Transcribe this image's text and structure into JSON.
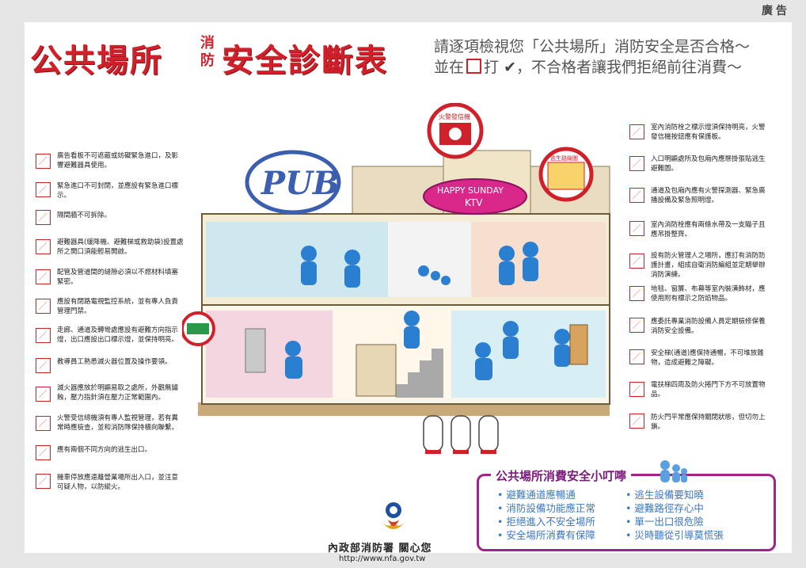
{
  "ad_label": "廣告",
  "title": {
    "main": "公共場所",
    "small": "消防",
    "sub": "安全診斷表"
  },
  "subtitle": {
    "line1": "請逐項檢視您「公共場所」消防安全是否合格～",
    "line2_a": "並在",
    "line2_b": "打",
    "line2_c": "，不合格者讓我們拒絕前往消費～"
  },
  "illustration": {
    "fire_alarm_label": "火警發信機",
    "exit_sign_label": "逃生路線圖",
    "pub_sign": "PUB",
    "ktv_sign_line1": "HAPPY SUNDAY",
    "ktv_sign_line2": "KTV"
  },
  "left_items": [
    "廣告看板不可遮蔽或妨礙緊急進口，及影響避難器具使用。",
    "緊急進口不可封閉，並應設有緊急進口標示。",
    "隔間牆不可拆除。",
    "避難器具(緩降機、避難梯或救助袋)設置處所之開口須能輕易開啟。",
    "配管及管道間的縫隙必須以不燃材料填塞緊密。",
    "應設有閉路電視監控系統，並有專人負責管理門禁。",
    "走廊、通道及轉彎處應設有避難方向指示燈，出口應設出口標示燈，並保持明亮。",
    "教導員工熟悉滅火器位置及操作要領。",
    "滅火器應放於明顯易取之處所，外觀無鏽蝕，壓力指針須在壓力正常範圍內。",
    "火警受信總機須有專人監視管理，若有異常時應檢查，並和消防隊保持橫向聯繫。",
    "應有兩個不同方向的逃生出口。",
    "機車停放應遠離營業場所出入口，並注意可疑人物，以防縱火。"
  ],
  "right_items": [
    "室內消防栓之標示燈須保持明亮，火警發信機按鈕應有保護板。",
    "入口明顯處所及包廂內應懸掛張貼逃生避難圖。",
    "通道及包廂內應有火警探測器、緊急廣播設備及緊急照明燈。",
    "室內消防栓應有兩條水帶及一支瞄子且應吊掛整齊。",
    "設有防火管理人之場所，應訂有消防防護計畫，組成自衛消防編組並定期舉辦消防演練。",
    "地毯、窗簾、布幕等室內裝潢飾材，應使用附有標示之防焰物品。",
    "應委託專業消防設備人員定期檢修保養消防安全設備。",
    "安全梯(通道)應保持通暢，不可堆放雜物，造成避難之障礙。",
    "電扶梯四周及防火捲門下方不可放置物品。",
    "防火門平常應保持關閉狀態，但切勿上鎖。"
  ],
  "tips": {
    "title": "公共場所消費安全小叮嚀",
    "left": [
      "避難通道應暢通",
      "消防設備功能應正常",
      "拒絕進入不安全場所",
      "安全場所消費有保障"
    ],
    "right": [
      "逃生設備要知曉",
      "避難路徑存心中",
      "單一出口很危險",
      "災時聽從引導莫慌張"
    ]
  },
  "footer": {
    "agency": "內政部消防署 關心您",
    "url": "http://www.nfa.gov.tw"
  },
  "colors": {
    "accent_red": "#d0202a",
    "tips_border": "#a0248c",
    "tips_text": "#3a78c0",
    "mascot_blue": "#2a7fd0"
  }
}
